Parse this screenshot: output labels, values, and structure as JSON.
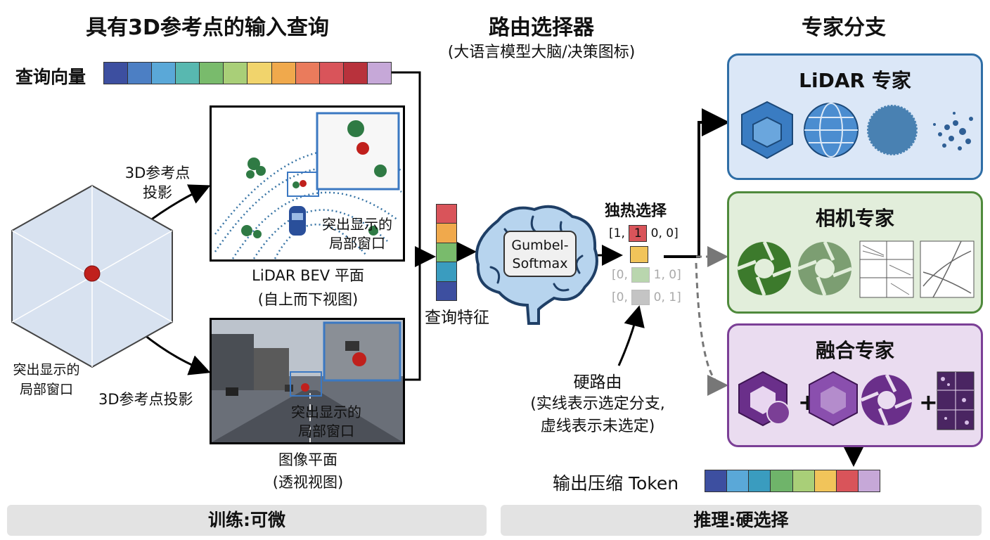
{
  "header": {
    "left_title": "具有3D参考点的输入查询",
    "mid_title": "路由选择器",
    "mid_subtitle": "(大语言模型大脑/决策图标)",
    "right_title": "专家分支"
  },
  "query_vector": {
    "label": "查询向量",
    "colors": [
      "#3d4fa0",
      "#4c7fc4",
      "#5aa8d8",
      "#58b8b0",
      "#79bb6c",
      "#a9cf78",
      "#f1d46c",
      "#f0a94c",
      "#ea7b5c",
      "#d9545a",
      "#b8323c",
      "#c6a8d8"
    ]
  },
  "cube": {
    "top_projection_label": "3D参考点\n投影",
    "bottom_projection_label": "3D参考点投影",
    "highlight_label": "突出显示的\n局部窗口"
  },
  "lidar_panel": {
    "highlight_label": "突出显示的\n局部窗口",
    "caption_line1": "LiDAR BEV 平面",
    "caption_line2": "(自上而下视图)"
  },
  "image_panel": {
    "highlight_label": "突出显示的\n局部窗口",
    "caption_line1": "图像平面",
    "caption_line2": "(透视视图)"
  },
  "query_feature": {
    "label": "查询特征",
    "colors": [
      "#d9545a",
      "#f0a94c",
      "#79bb6c",
      "#3a9cbf",
      "#3d4fa0"
    ]
  },
  "router": {
    "brain_label_line1": "Gumbel-",
    "brain_label_line2": "Softmax"
  },
  "onehot": {
    "label": "独热选择",
    "row1_prefix": "[1,",
    "row1_selected": "1",
    "row1_suffix": "0, 0]",
    "row3_prefix": "[0,",
    "row3_suffix": "1, 0]",
    "row4_prefix": "[0,",
    "row4_suffix": "0, 1]",
    "hard_route_title": "硬路由",
    "hard_route_desc_line1": "(实线表示选定分支,",
    "hard_route_desc_line2": "虚线表示未选定)"
  },
  "experts": {
    "lidar": {
      "title": "LiDAR 专家",
      "bg": "#dbe7f7",
      "border": "#2f6ea6"
    },
    "camera": {
      "title": "相机专家",
      "bg": "#e2eedb",
      "border": "#4f8a3c"
    },
    "fusion": {
      "title": "融合专家",
      "bg": "#eadcf0",
      "border": "#7b3f96",
      "plus": "+"
    }
  },
  "output": {
    "label": "输出压缩 Token",
    "colors": [
      "#3d4fa0",
      "#5aa8d8",
      "#3a9cbf",
      "#6fb46a",
      "#a9cf78",
      "#f1c45a",
      "#d9545a",
      "#c6a8d8"
    ]
  },
  "footer": {
    "left": "训练:可微",
    "right": "推理:硬选择"
  }
}
